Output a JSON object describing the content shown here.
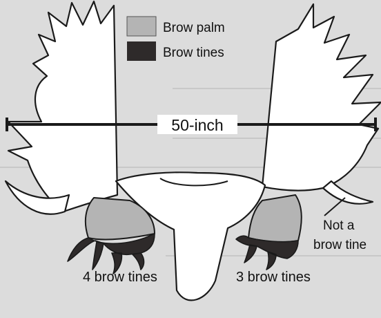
{
  "legend": {
    "palm_label": "Brow palm",
    "tines_label": "Brow tines"
  },
  "measure_label": "50-inch",
  "labels": {
    "left_count": "4 brow tines",
    "right_count": "3 brow tines",
    "not_a_line1": "Not a",
    "not_a_line2": "brow tine"
  },
  "colors": {
    "background": "#dcdcdc",
    "antler_fill": "#ffffff",
    "outline": "#1a1a1a",
    "palm_fill": "#b4b4b4",
    "tine_fill": "#2e2a2a"
  }
}
